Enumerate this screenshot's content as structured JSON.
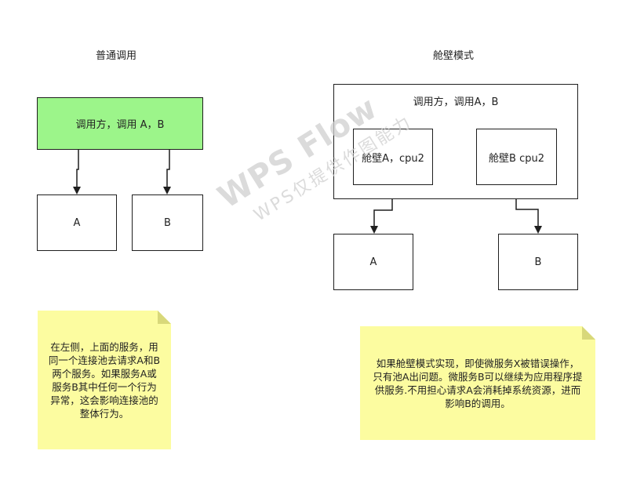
{
  "left": {
    "title": "普通调用",
    "caller": "调用方，调用 A，B",
    "service_a": "A",
    "service_b": "B",
    "note": "在左侧，上面的服务，用\n同一个连接池去请求A和B\n两个服务。如果服务A或\n服务B其中任何一个行为\n异常，这会影响连接池的\n整体行为。"
  },
  "right": {
    "title": "舱壁模式",
    "caller": "调用方，调用A，B",
    "bulkhead_a": "舱壁A，cpu2",
    "bulkhead_b": "舱壁B cpu2",
    "service_a": "A",
    "service_b": "B",
    "note": "如果舱壁模式实现，即使微服务X被错误操作，\n只有池A出问题。微服务B可以继续为应用程序提\n供服务.不用担心请求A会消耗掉系统资源，进而\n影响B的调用。"
  },
  "watermark": {
    "line1": "WPS Flow",
    "line2": "WPS仅提供作图能力"
  },
  "colors": {
    "caller_fill": "#9cf58a",
    "note_fill": "#fcfca0",
    "stroke": "#1f1f1f"
  }
}
